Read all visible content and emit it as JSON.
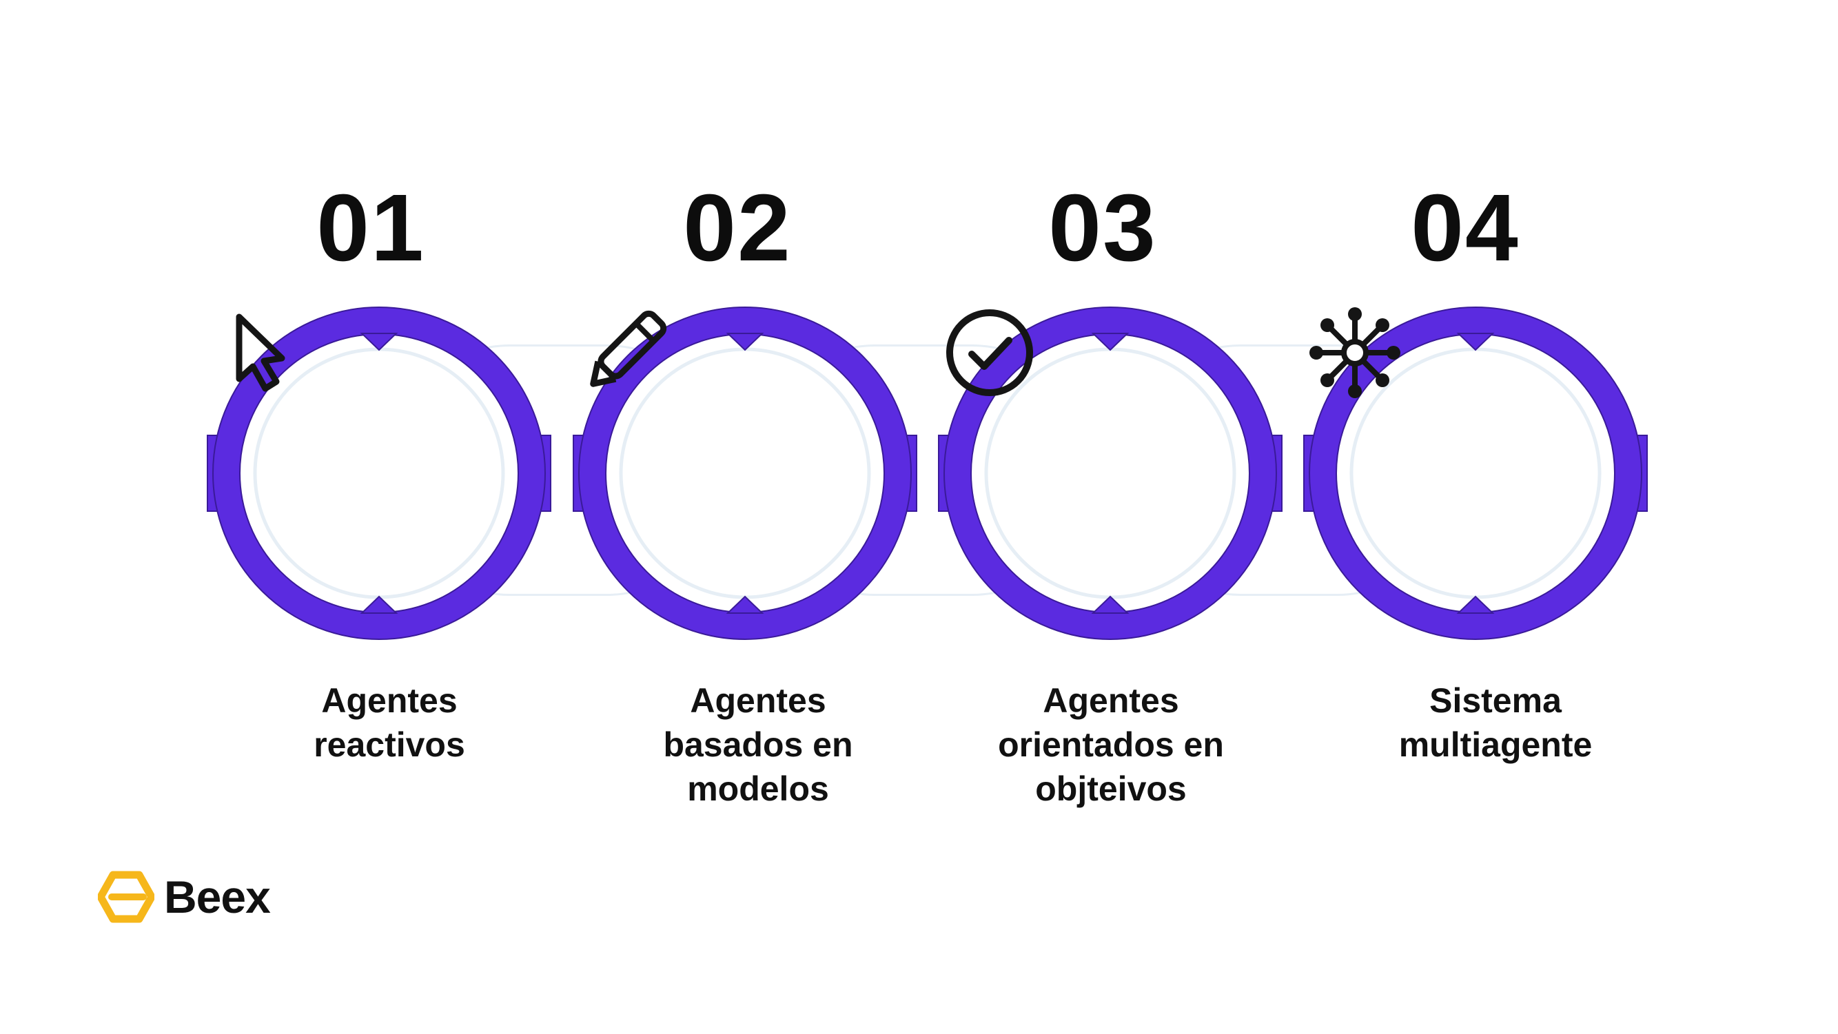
{
  "colors": {
    "ring": "#5b2be0",
    "ring_edge": "#3a1a99",
    "icon": "#151515",
    "brand_accent": "#f6b71b",
    "connector": "#e6eef5"
  },
  "steps": [
    {
      "number": "01",
      "label_lines": [
        "Agentes",
        "reactivos"
      ],
      "icon": "cursor-pointer-icon"
    },
    {
      "number": "02",
      "label_lines": [
        "Agentes",
        "basados en",
        "modelos"
      ],
      "icon": "pencil-icon"
    },
    {
      "number": "03",
      "label_lines": [
        "Agentes",
        "orientados en",
        "objteivos"
      ],
      "icon": "check-circle-icon"
    },
    {
      "number": "04",
      "label_lines": [
        "Sistema",
        "multiagente"
      ],
      "icon": "network-hub-icon"
    }
  ],
  "brand": {
    "name": "Beex",
    "logo_icon": "hexagon-logo-icon"
  }
}
